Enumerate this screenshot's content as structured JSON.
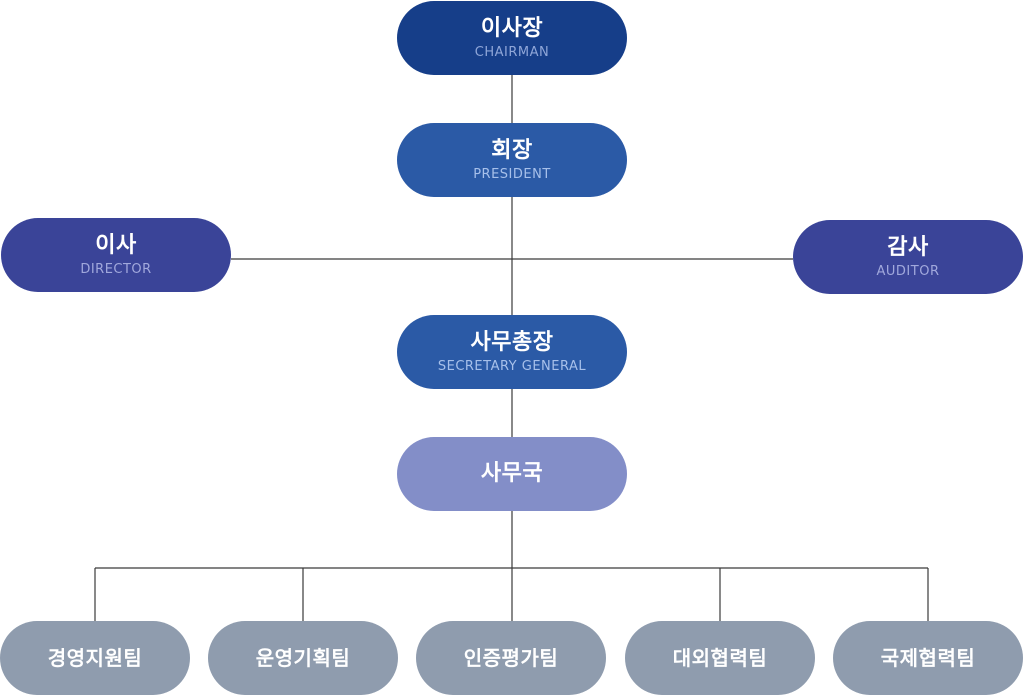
{
  "chairman": {
    "ko": "이사장",
    "en": "CHAIRMAN"
  },
  "president": {
    "ko": "회장",
    "en": "PRESIDENT"
  },
  "director": {
    "ko": "이사",
    "en": "DIRECTOR"
  },
  "auditor": {
    "ko": "감사",
    "en": "AUDITOR"
  },
  "secretary_general": {
    "ko": "사무총장",
    "en": "SECRETARY GENERAL"
  },
  "secretariat": {
    "ko": "사무국"
  },
  "teams": [
    {
      "ko": "경영지원팀"
    },
    {
      "ko": "운영기획팀"
    },
    {
      "ko": "인증평가팀"
    },
    {
      "ko": "대외협력팀"
    },
    {
      "ko": "국제협력팀"
    }
  ],
  "colors": {
    "chairman": "#163e89",
    "president": "#2b5aa6",
    "director_auditor": "#3a4498",
    "secretariat": "#838ec8",
    "teams": "#8f9cae"
  }
}
